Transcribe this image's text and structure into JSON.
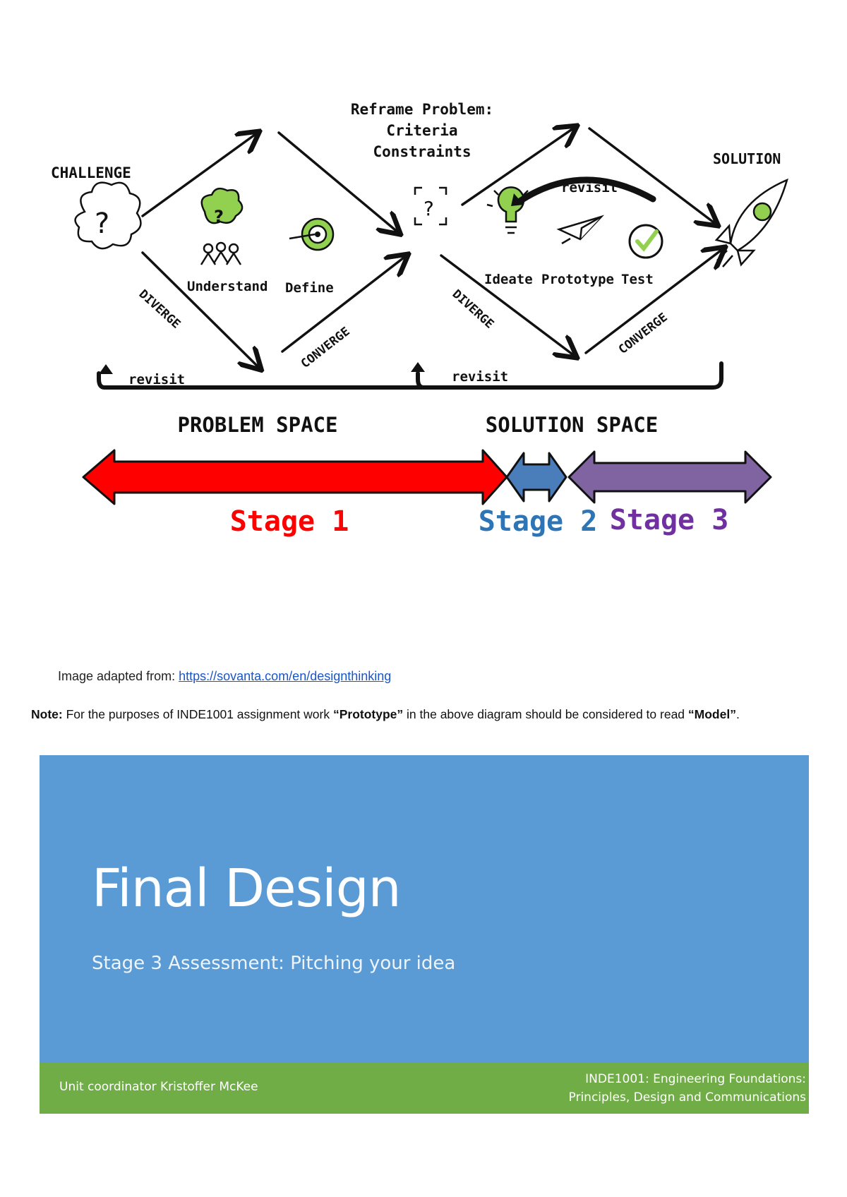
{
  "diagram": {
    "reframe_title": "Reframe Problem:",
    "reframe_criteria": "Criteria",
    "reframe_constraints": "Constraints",
    "challenge": "CHALLENGE",
    "solution": "SOLUTION",
    "understand": "Understand",
    "define": "Define",
    "ideate": "Ideate",
    "prototype": "Prototype",
    "test": "Test",
    "diverge": "DIVERGE",
    "converge": "CONVERGE",
    "revisit": "revisit",
    "problem_space": "PROBLEM SPACE",
    "solution_space": "SOLUTION SPACE",
    "stage1": "Stage 1",
    "stage2": "Stage 2",
    "stage3": "Stage 3",
    "colors": {
      "stage1": "#ff0000",
      "stage2": "#2e75b6",
      "stage3": "#7030a0",
      "accent_green": "#92d050"
    }
  },
  "caption": {
    "prefix": "Image adapted from: ",
    "link": "https://sovanta.com/en/designthinking"
  },
  "note": {
    "lead": "Note:",
    "part1": " For the purposes of INDE1001 assignment work ",
    "term1": "“Prototype”",
    "part2": " in the above diagram should be considered to read ",
    "term2": "“Model”",
    "end": "."
  },
  "cover": {
    "title": "Final Design",
    "subtitle": "Stage 3 Assessment: Pitching your idea",
    "coordinator": "Unit coordinator Kristoffer McKee",
    "unit_line1": "INDE1001: Engineering Foundations:",
    "unit_line2": "Principles, Design and Communications"
  }
}
